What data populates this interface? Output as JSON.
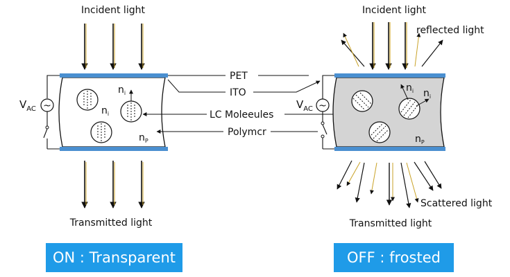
{
  "colors": {
    "electrode": "#4a8fd0",
    "on_cell_fill": "#ffffff",
    "off_cell_fill": "#d4d4d4",
    "light_ray": "#c9a227",
    "button": "#1f9be8",
    "button_text": "#ffffff"
  },
  "labels": {
    "on_incident": "Incident light",
    "off_incident": "Incident light",
    "reflected": "reflected light",
    "on_transmitted": "Transmitted light",
    "off_transmitted": "Transmitted light",
    "scattered": "Scattered light"
  },
  "callouts": {
    "pet": "PET",
    "ito": "ITO",
    "lc": "LC Moleeules",
    "polymer": "Polymcr"
  },
  "symbols": {
    "voltage": "V",
    "voltage_sub": "AC",
    "ac": "~",
    "ni": "n",
    "ni_sub": "i",
    "np": "n",
    "np_sub": "P"
  },
  "buttons": {
    "on": "ON : Transparent",
    "off": "OFF : frosted"
  }
}
